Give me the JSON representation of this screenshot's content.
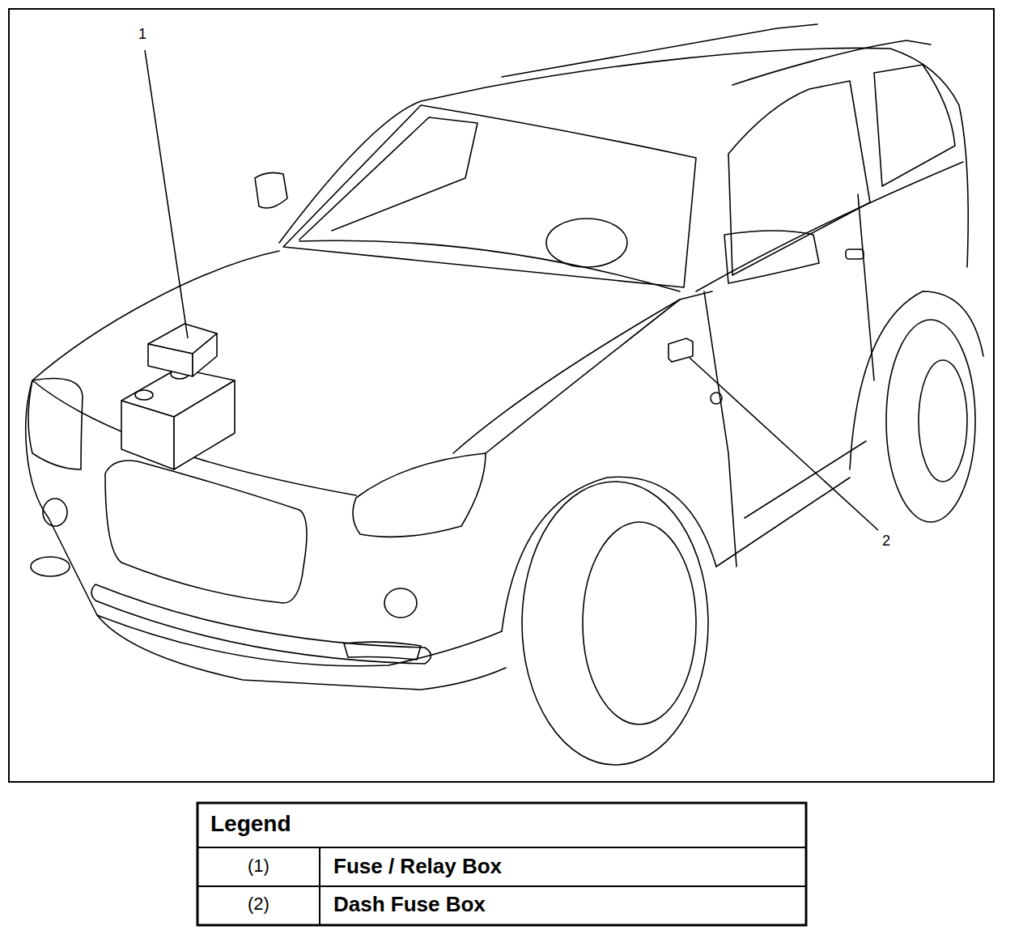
{
  "diagram": {
    "labels": [
      "1",
      "2",
      "Legend",
      "(1)",
      "Fuse / Relay Box",
      "(2)",
      "Dash Fuse Box"
    ]
  }
}
